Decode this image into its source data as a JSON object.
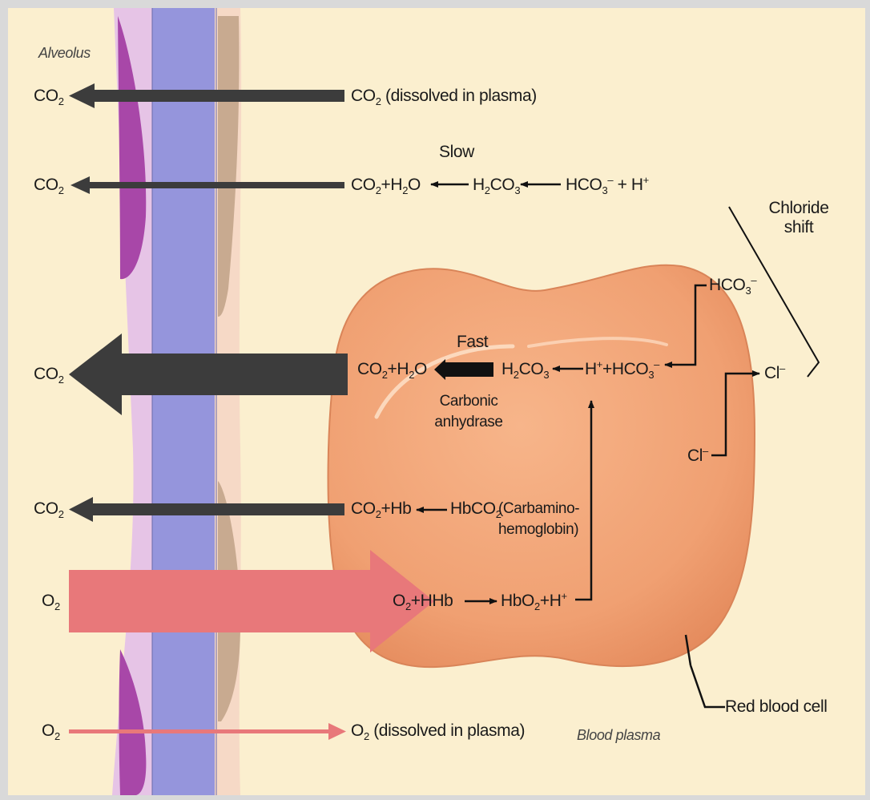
{
  "labels": {
    "alveolus": "Alveolus",
    "blood_plasma": "Blood plasma",
    "red_blood_cell": "Red blood cell",
    "chloride_shift_1": "Chloride",
    "chloride_shift_2": "shift",
    "slow": "Slow",
    "fast": "Fast",
    "enzyme_1": "Carbonic",
    "enzyme_2": "anhydrase",
    "carbamino_1": "(Carbamino-",
    "carbamino_2": "hemoglobin)",
    "dissolved": "(dissolved in plasma)",
    "plus": "+"
  },
  "chem": {
    "co2": [
      "CO",
      "2",
      ""
    ],
    "o2": [
      "O",
      "2",
      ""
    ],
    "h2o": [
      "H",
      "2",
      "O"
    ],
    "h2co3": [
      "H",
      "2",
      "CO",
      "3"
    ],
    "hco3": [
      "HCO",
      "3",
      "–"
    ],
    "h_plus": [
      "H",
      "+"
    ],
    "hb": "Hb",
    "hbco2": [
      "HbCO",
      "2"
    ],
    "hhb": "HHb",
    "hbo2": [
      "HbO",
      "2"
    ],
    "cl": [
      "Cl",
      "–"
    ]
  },
  "colors": {
    "background": "#fbefcf",
    "rbc": "#f0a072",
    "capillary": "#9595dc",
    "alveolar_wall": "#a44aa4",
    "membrane": "#e4c0e4",
    "co2_arrow": "#3c3c3c",
    "o2_arrow": "#e8787a"
  }
}
